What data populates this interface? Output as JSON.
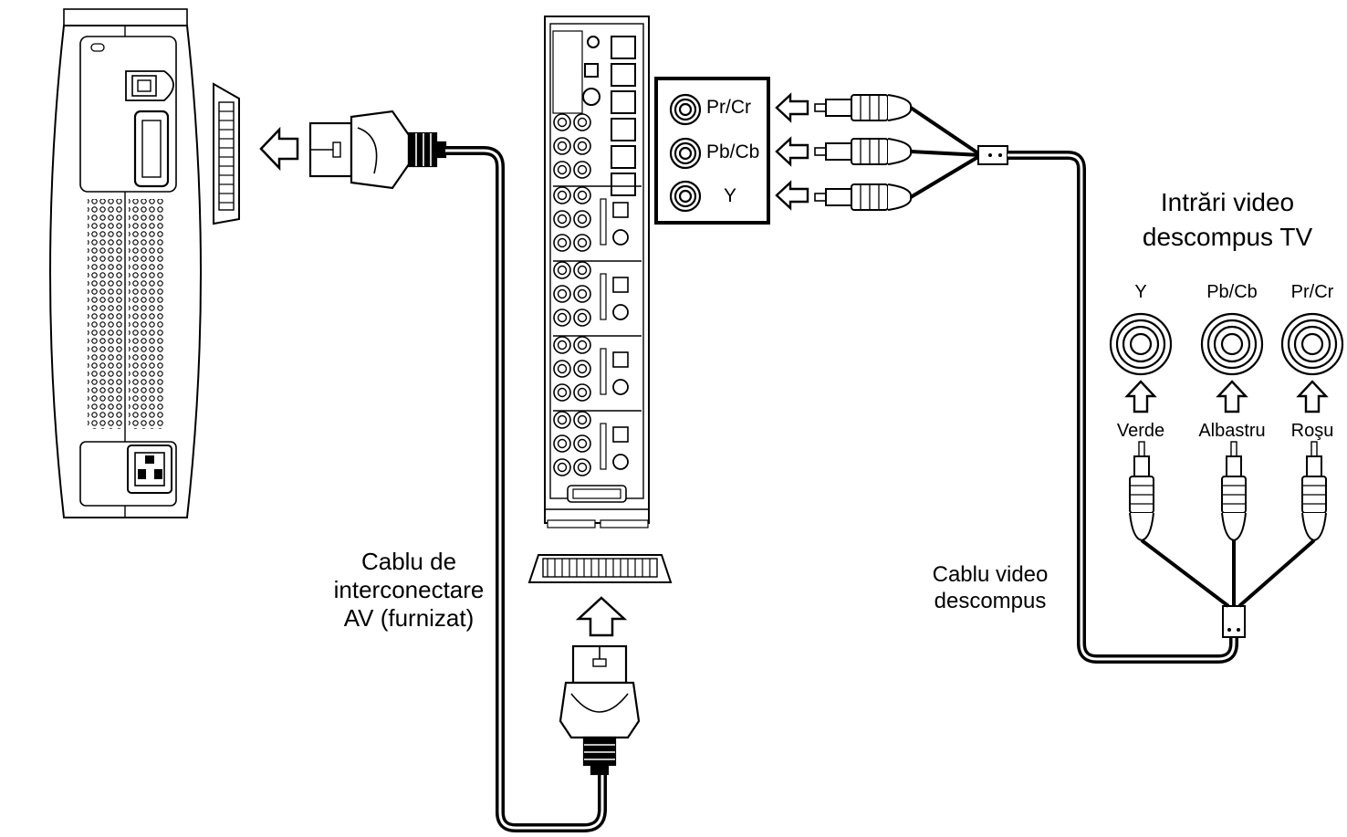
{
  "labels": {
    "av_cable": [
      "Cablu de",
      "interconectare",
      "AV (furnizat)"
    ],
    "component_cable": [
      "Cablu video",
      "descompus"
    ],
    "tv_inputs_title": [
      "Intrări video",
      "descompus TV"
    ]
  },
  "box_jacks": [
    "Pr/Cr",
    "Pb/Cb",
    "Y"
  ],
  "tv_jacks": [
    {
      "name": "Y",
      "color": "Verde"
    },
    {
      "name": "Pb/Cb",
      "color": "Albastru"
    },
    {
      "name": "Pr/Cr",
      "color": "Roşu"
    }
  ]
}
